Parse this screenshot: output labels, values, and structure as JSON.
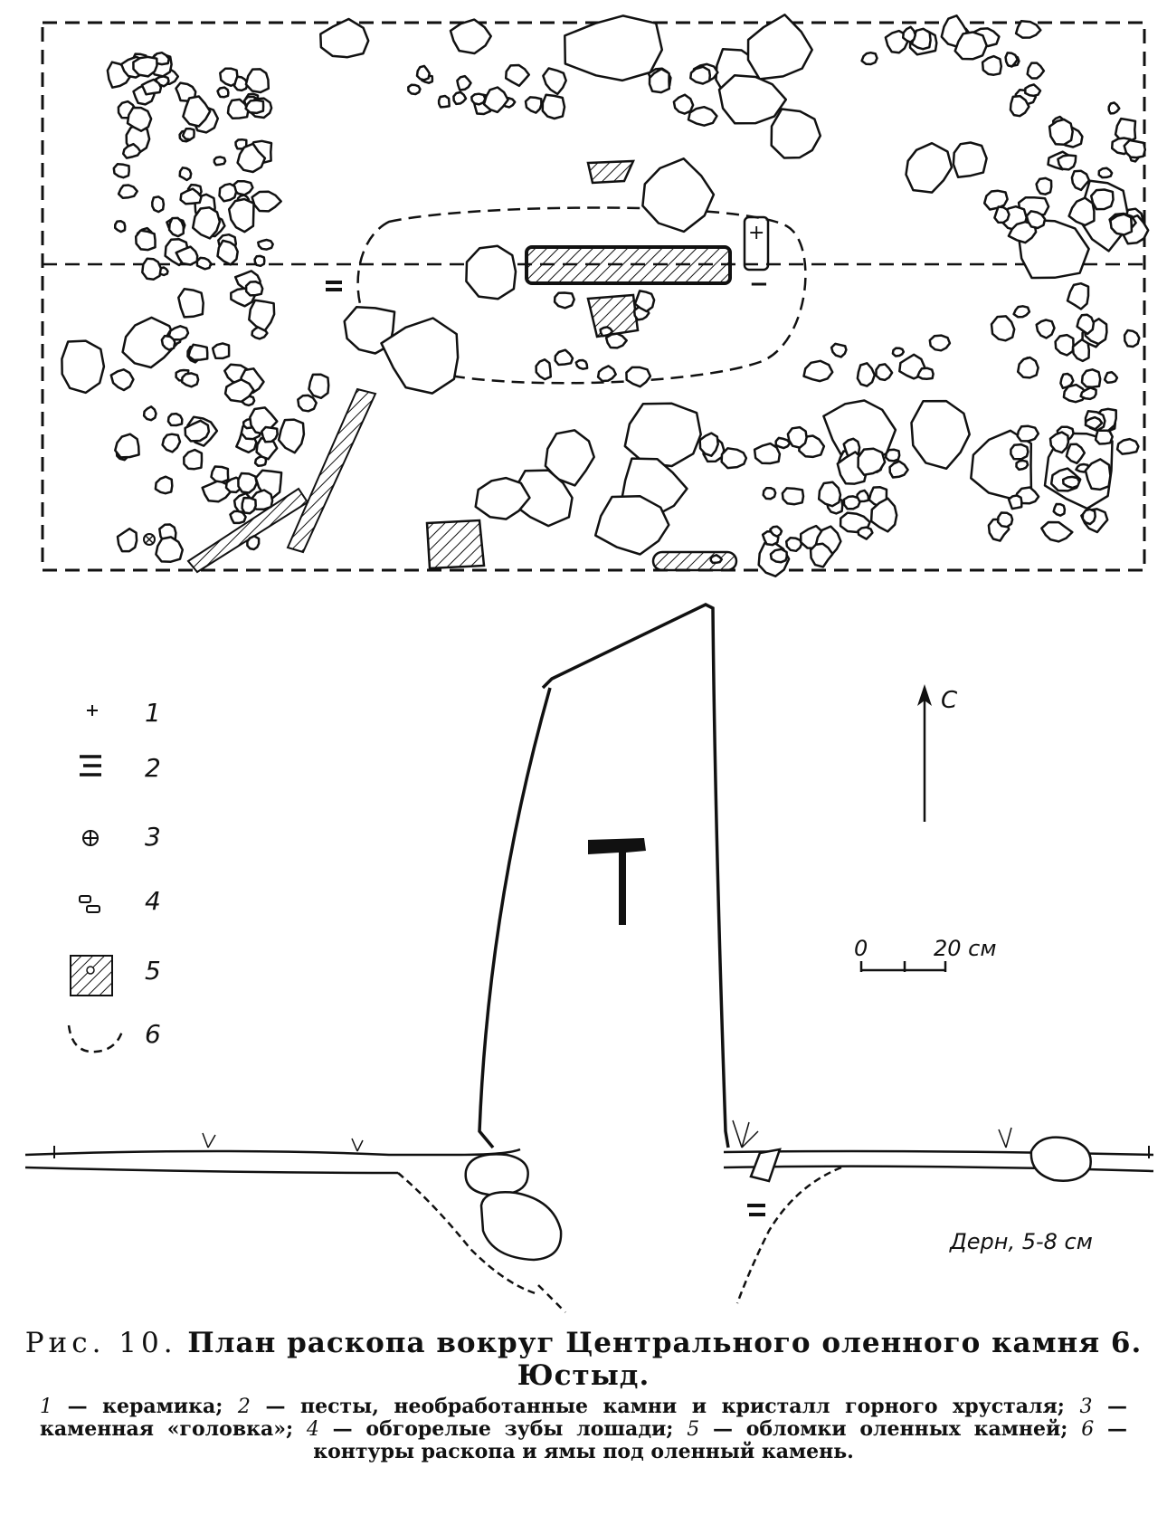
{
  "figure": {
    "plan_markers": {
      "plus": "+",
      "minus": "−",
      "plus_mark_stone": "+"
    },
    "north_label": "С",
    "scale": {
      "start": "0",
      "end": "20 см"
    },
    "soil_label": "Дерн, 5-8 см",
    "legend": [
      {
        "num": "1",
        "symbol": "plus"
      },
      {
        "num": "2",
        "symbol": "bars"
      },
      {
        "num": "3",
        "symbol": "small-split-circle"
      },
      {
        "num": "4",
        "symbol": "teeth"
      },
      {
        "num": "5",
        "symbol": "hatched-square"
      },
      {
        "num": "6",
        "symbol": "dashed-arc"
      }
    ]
  },
  "caption": {
    "fig_prefix": "Рис. 10.",
    "title": "План раскопа вокруг Центрального оленного камня 6. Юстыд.",
    "items": [
      {
        "num": "1",
        "text": "— керамика;"
      },
      {
        "num": "2",
        "text": "— песты, необработанные камни и кристалл горного хрусталя;"
      },
      {
        "num": "3",
        "text": "— каменная «головка»;"
      },
      {
        "num": "4",
        "text": "— обгорелые зубы лошади;"
      },
      {
        "num": "5",
        "text": "— обломки оленных камней;"
      },
      {
        "num": "6",
        "text": "— контуры раскопа и ямы под оленный камень."
      }
    ]
  },
  "colors": {
    "ink": "#111111",
    "paper": "#ffffff"
  }
}
